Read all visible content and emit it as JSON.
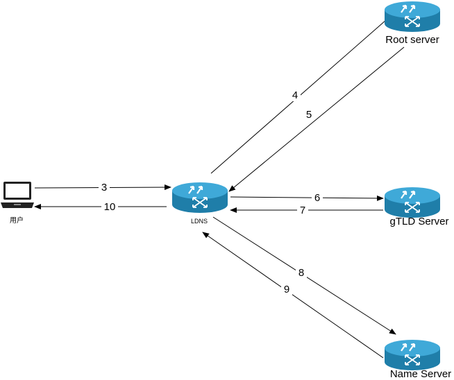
{
  "colors": {
    "router_top": "#3fa9d8",
    "router_side": "#1f7ea9",
    "router_mark": "#ffffff",
    "line": "#000000"
  },
  "nodes": {
    "user": {
      "label": "用户",
      "icon": "laptop-icon"
    },
    "ldns": {
      "label": "LDNS",
      "icon": "router-icon"
    },
    "root": {
      "label": "Root server",
      "icon": "router-icon"
    },
    "gtld": {
      "label": "gTLD Server",
      "icon": "router-icon"
    },
    "name": {
      "label": "Name Server",
      "icon": "router-icon"
    }
  },
  "edges": [
    {
      "id": "e3",
      "label": "3",
      "from": "user",
      "to": "ldns"
    },
    {
      "id": "e10",
      "label": "10",
      "from": "ldns",
      "to": "user"
    },
    {
      "id": "e4",
      "label": "4",
      "from": "ldns",
      "to": "root"
    },
    {
      "id": "e5",
      "label": "5",
      "from": "root",
      "to": "ldns"
    },
    {
      "id": "e6",
      "label": "6",
      "from": "ldns",
      "to": "gtld"
    },
    {
      "id": "e7",
      "label": "7",
      "from": "gtld",
      "to": "ldns"
    },
    {
      "id": "e8",
      "label": "8",
      "from": "ldns",
      "to": "name"
    },
    {
      "id": "e9",
      "label": "9",
      "from": "name",
      "to": "ldns"
    }
  ]
}
